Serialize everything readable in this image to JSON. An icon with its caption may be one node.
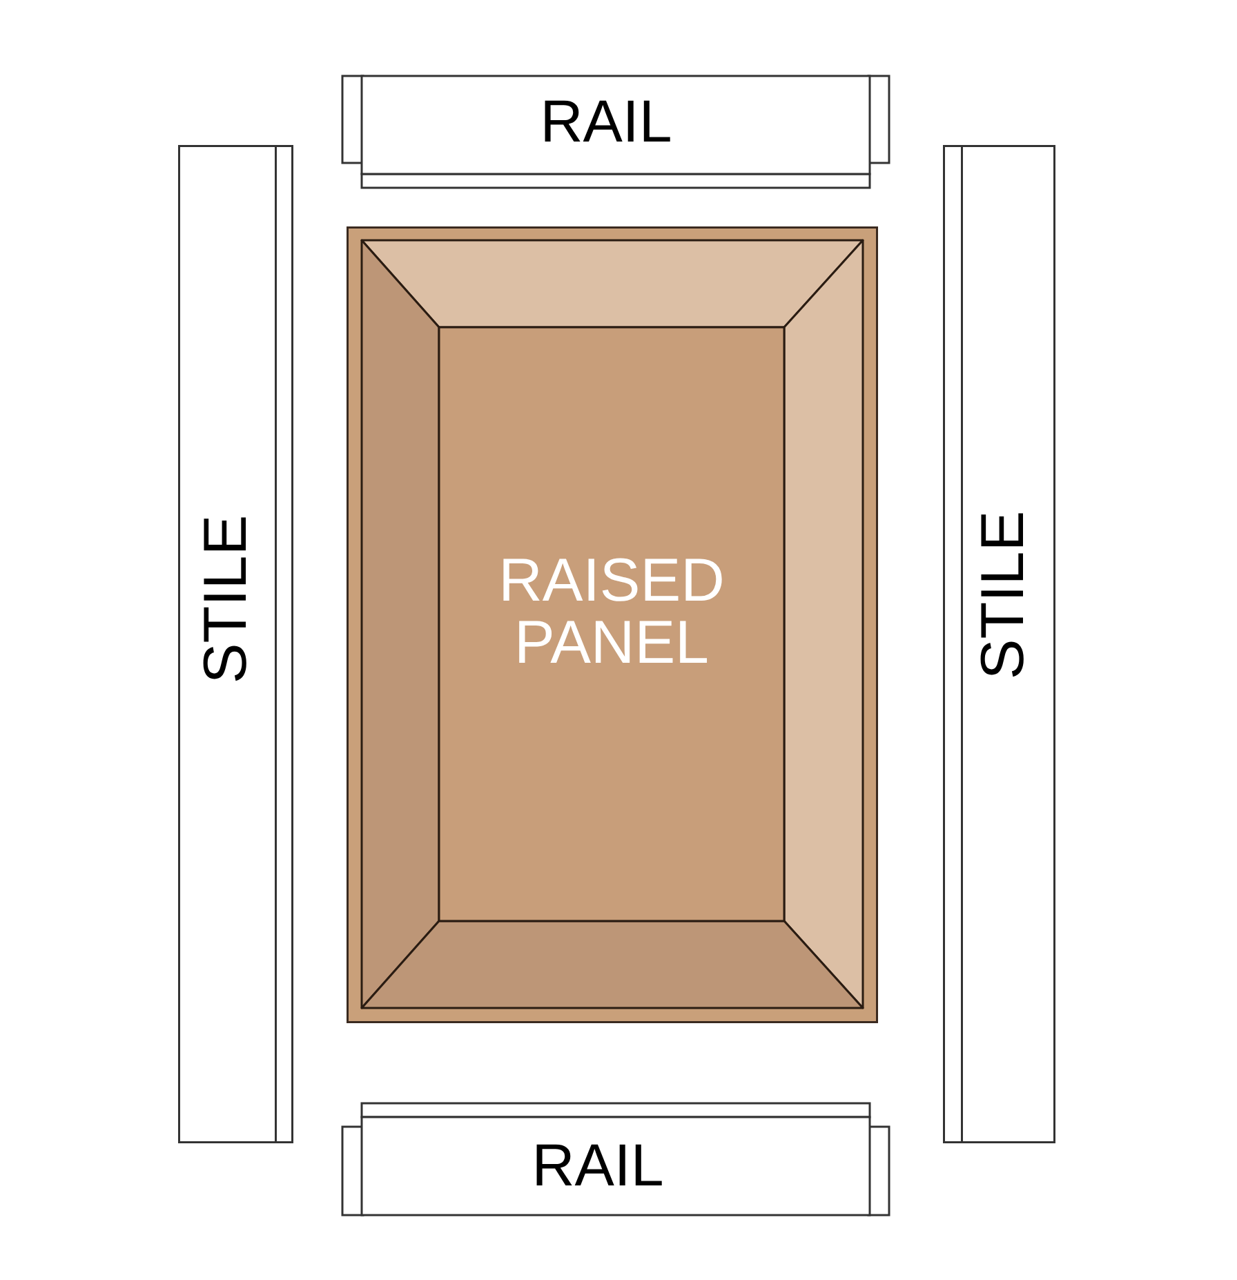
{
  "diagram": {
    "nodes": [
      {
        "text": [
          "RAIL"
        ]
      },
      {
        "text": [
          "STILE"
        ]
      },
      {
        "text": [
          "RAISED PANEL"
        ]
      },
      {
        "text": [
          "STILE"
        ]
      },
      {
        "text": [
          "RAIL"
        ]
      }
    ]
  }
}
